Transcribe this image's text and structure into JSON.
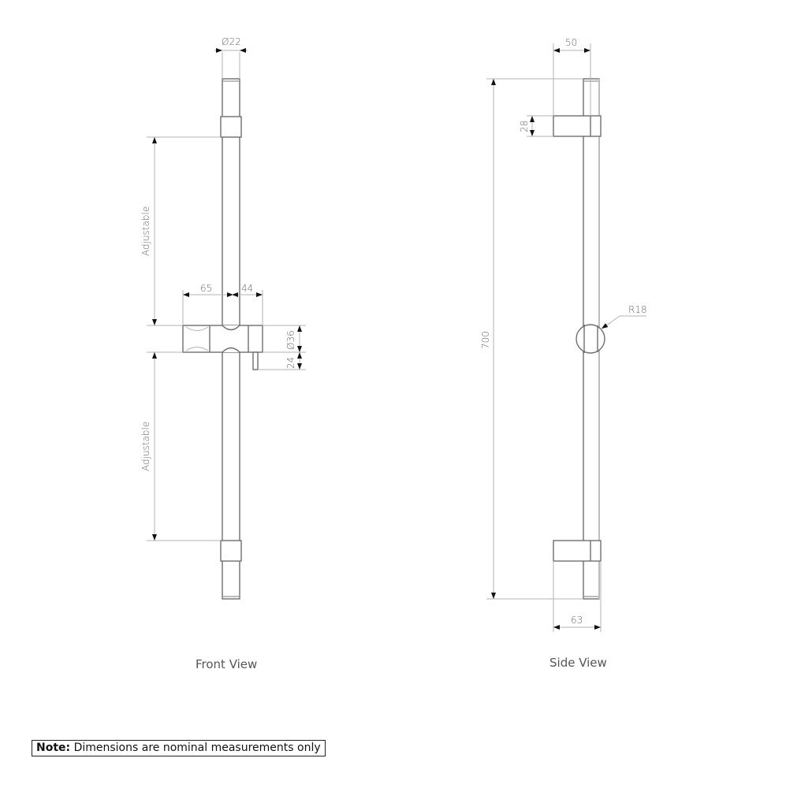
{
  "front_view": {
    "caption": "Front View",
    "dimensions": {
      "rail_diameter": "Ø22",
      "holder_left_width": "65",
      "holder_right_width": "44",
      "holder_diameter": "Ø36",
      "holder_lever_height": "24",
      "upper_range": "Adjustable",
      "lower_range": "Adjustable"
    }
  },
  "side_view": {
    "caption": "Side View",
    "dimensions": {
      "top_projection": "50",
      "bracket_height": "28",
      "overall_height": "700",
      "holder_radius": "R18",
      "bottom_projection": "63"
    }
  },
  "note": {
    "label": "Note:",
    "text": " Dimensions are nominal measurements only"
  }
}
